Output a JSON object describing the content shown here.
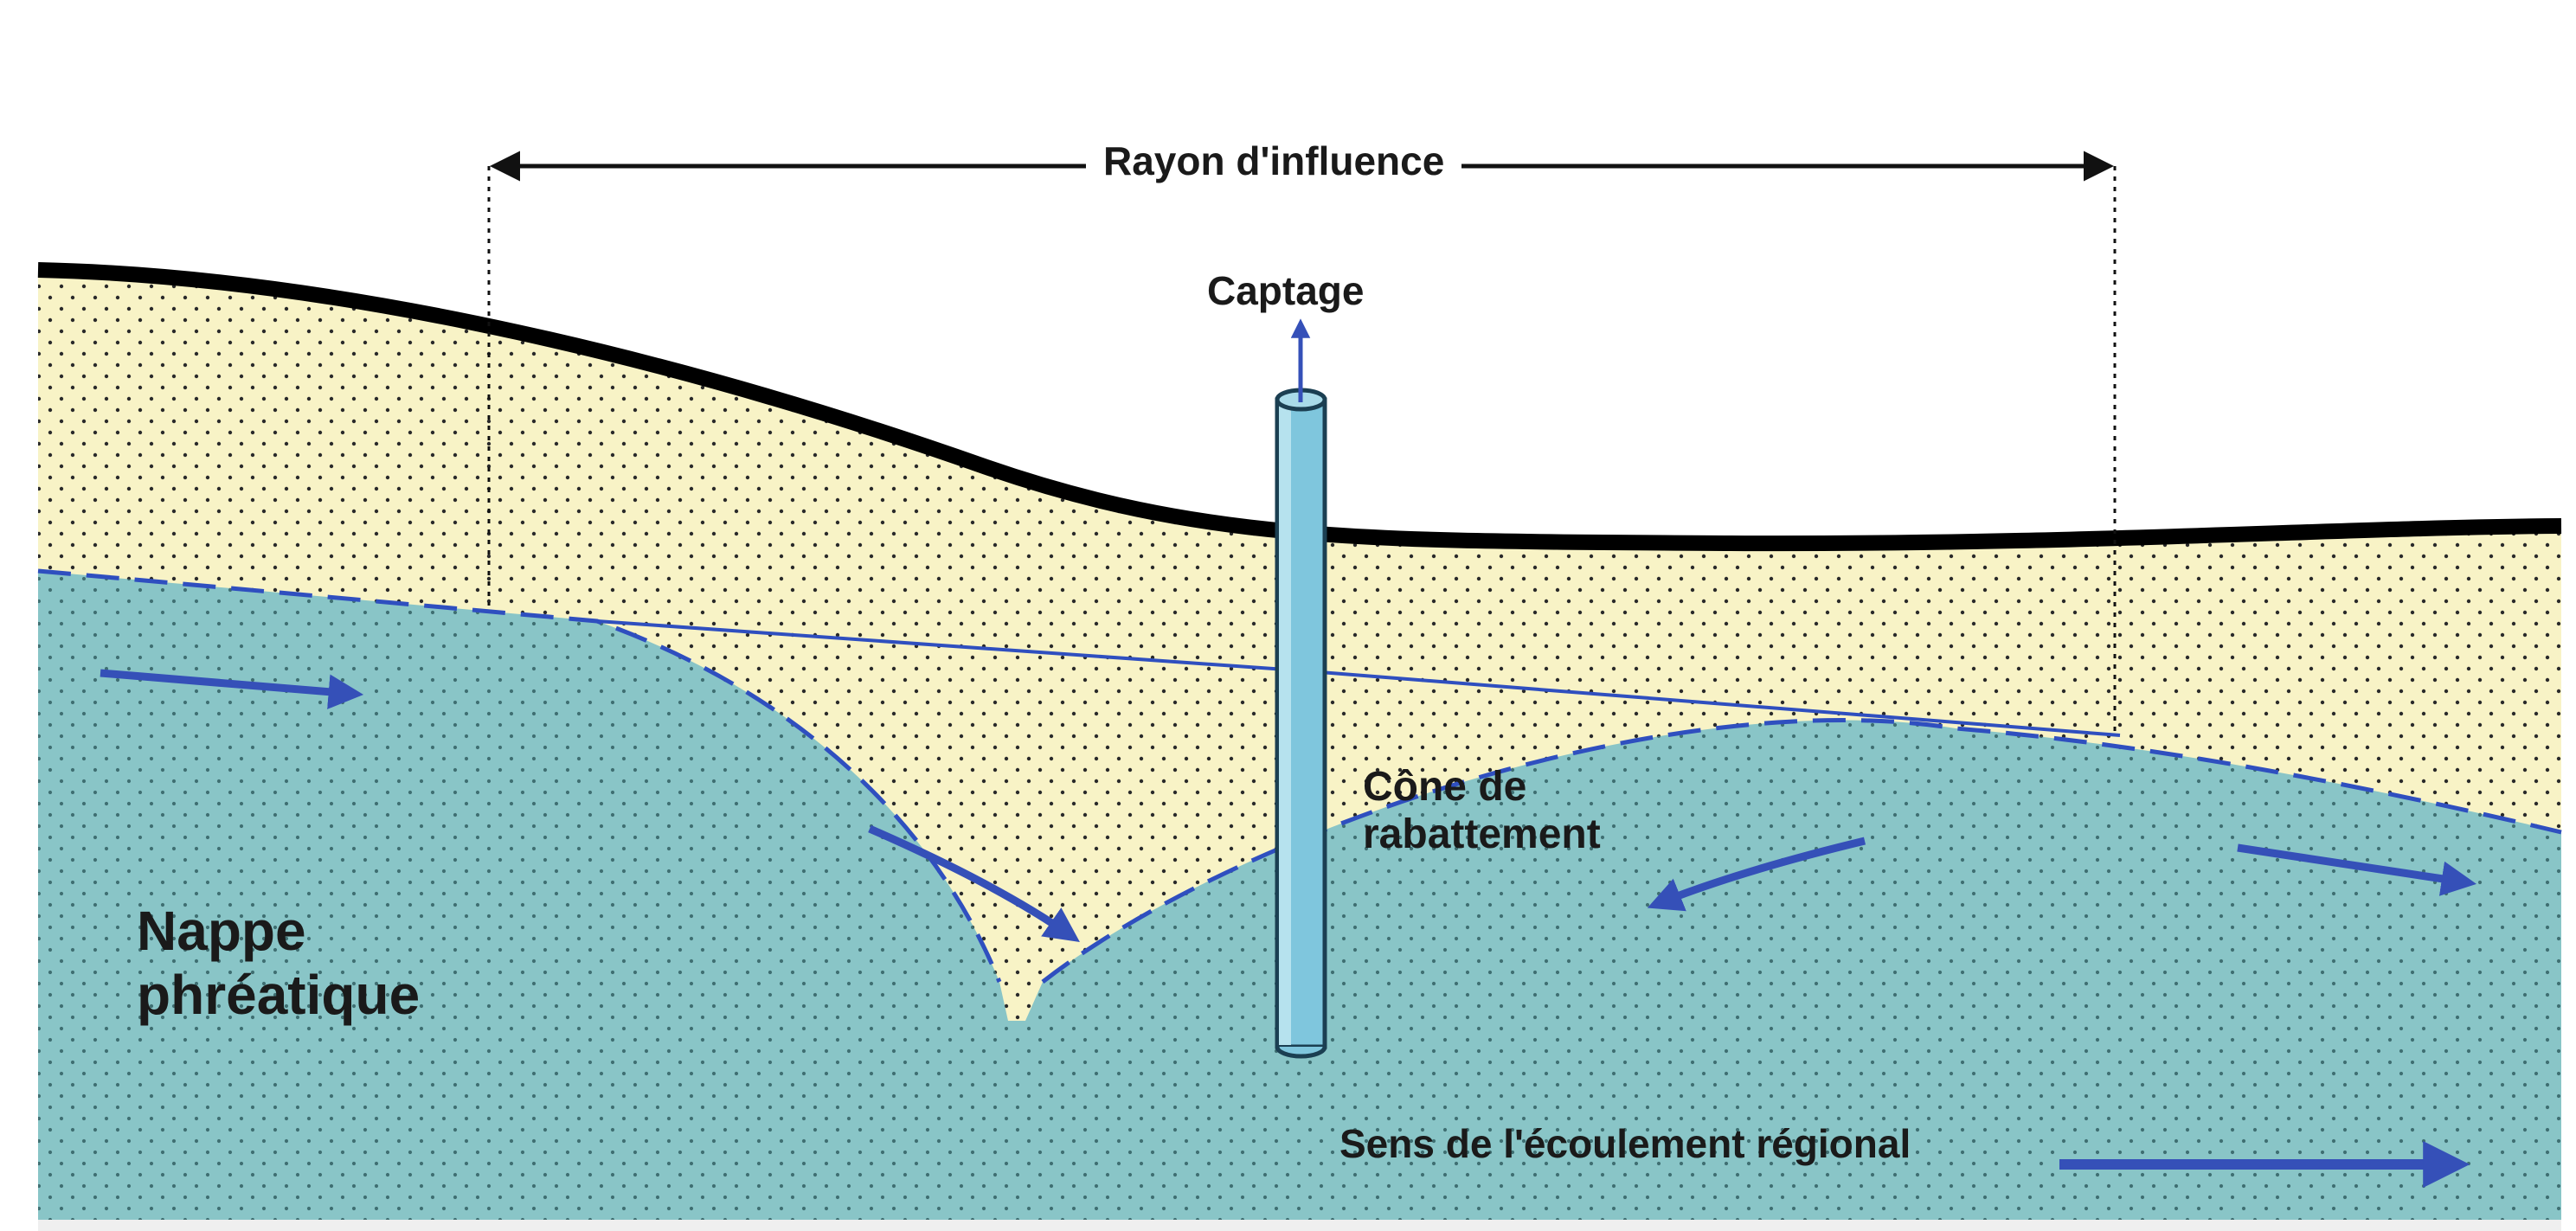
{
  "labels": {
    "rayon": "Rayon d'influence",
    "captage": "Captage",
    "cone": [
      "Cône de",
      "rabattement"
    ],
    "nappe": [
      "Nappe",
      "phréatique"
    ],
    "ecoulement": "Sens de l'écoulement régional"
  },
  "colors": {
    "soil": "#f8f3c6",
    "water": "#89c5c7",
    "ground_line": "#000000",
    "water_table_line": "#2f4fbf",
    "flow_arrow": "#3550b8",
    "well": "#7fc6dd",
    "dimension_line": "#111111",
    "bottom_band": "#efefef"
  }
}
